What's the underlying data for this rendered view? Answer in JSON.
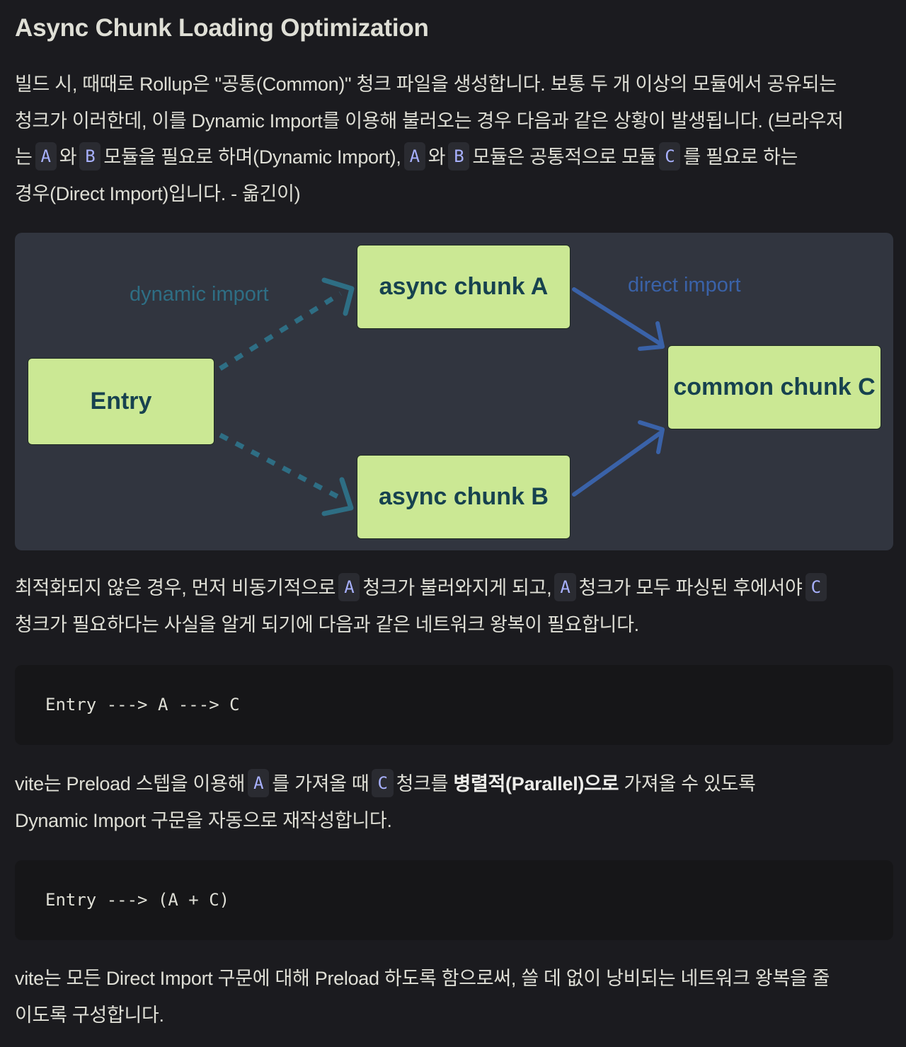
{
  "heading": "Async Chunk Loading Optimization",
  "paragraph1": {
    "line1": "빌드 시, 때때로 Rollup은 \"공통(Common)\" 청크 파일을 생성합니다. 보통 두 개 이상의 모듈에서 공유되는",
    "line2": "청크가 이러한데, 이를 Dynamic Import를 이용해 불러오는 경우 다음과 같은 상황이 발생됩니다. (브라우저",
    "line3_a": "는",
    "code_A": "A",
    "line3_b": "와",
    "code_B": "B",
    "line3_c": "모듈을 필요로 하며(Dynamic Import),",
    "line3_d": "와",
    "line3_e": "모듈은 공통적으로 모듈",
    "code_C": "C",
    "line3_f": "를 필요로 하는",
    "line4": "경우(Direct Import)입니다. - 옮긴이)"
  },
  "diagram": {
    "nodes": {
      "entry": "Entry",
      "chunk_a": "async chunk A",
      "chunk_b": "async chunk B",
      "chunk_c": "common chunk C"
    },
    "labels": {
      "dynamic": "dynamic import",
      "direct": "direct import"
    },
    "colors": {
      "background": "#31353f",
      "node_fill": "#cbe894",
      "node_text": "#17424f",
      "dynamic_arrow": "#2e6e84",
      "direct_arrow": "#3a62a8"
    }
  },
  "paragraph2": {
    "a": "최적화되지 않은 경우, 먼저 비동기적으로",
    "code_A": "A",
    "b": "청크가 불러와지게 되고,",
    "c": "청크가 모두 파싱된 후에서야",
    "code_C": "C",
    "line2": "청크가 필요하다는 사실을 알게 되기에 다음과 같은 네트워크 왕복이 필요합니다."
  },
  "code1": "Entry ---> A ---> C",
  "paragraph3": {
    "a": "vite는 Preload 스텝을 이용해",
    "code_A": "A",
    "b": "를 가져올 때",
    "code_C": "C",
    "c": "청크를",
    "bold": "병렬적(Parallel)으로",
    "d": "가져올 수 있도록",
    "line2": "Dynamic Import 구문을 자동으로 재작성합니다."
  },
  "code2": "Entry ---> (A + C)",
  "paragraph4": {
    "line1": "vite는 모든 Direct Import 구문에 대해 Preload 하도록 함으로써, 쓸 데 없이 낭비되는 네트워크 왕복을 줄",
    "line2": "이도록 구성합니다."
  }
}
